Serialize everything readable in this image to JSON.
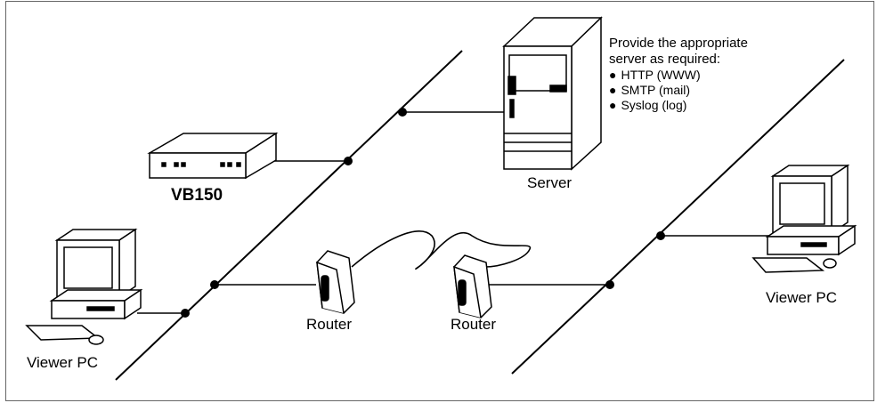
{
  "labels": {
    "vb150": "VB150",
    "server": "Server",
    "viewer_pc_left": "Viewer PC",
    "viewer_pc_right": "Viewer PC",
    "router_left": "Router",
    "router_right": "Router"
  },
  "server_note": {
    "line1": "Provide the appropriate",
    "line2": "server as required:",
    "items": [
      "HTTP (WWW)",
      "SMTP (mail)",
      "Syslog (log)"
    ]
  },
  "icons": {
    "server": "server-tower-icon",
    "camera_server": "vb150-device-icon",
    "pc": "desktop-pc-icon",
    "router": "router-icon"
  },
  "colors": {
    "line": "#000000",
    "frame": "#666666",
    "background": "#ffffff"
  }
}
